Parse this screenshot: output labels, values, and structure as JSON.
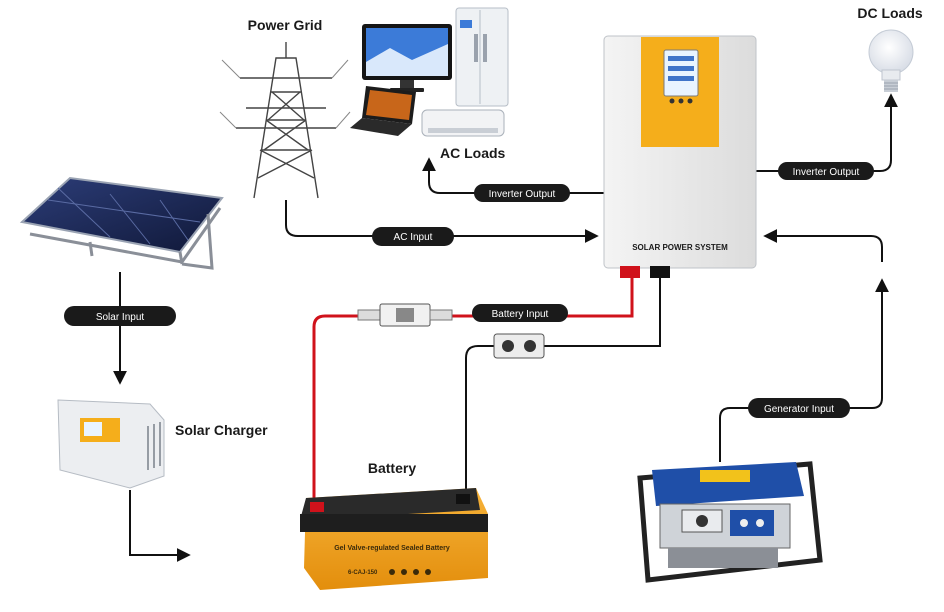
{
  "labels": {
    "power_grid": "Power Grid",
    "ac_loads": "AC Loads",
    "dc_loads": "DC Loads",
    "solar_charger": "Solar Charger",
    "battery": "Battery",
    "inverter_name": "SOLAR POWER SYSTEM"
  },
  "connections": {
    "solar_input": "Solar Input",
    "ac_input": "AC Input",
    "inverter_output_ac": "Inverter Output",
    "inverter_output_dc": "Inverter Output",
    "battery_input": "Battery Input",
    "generator_input": "Generator Input"
  },
  "battery_case": {
    "text": "Gel Valve-regulated Sealed Battery",
    "model": "6-CAJ-150"
  },
  "colors": {
    "wire": "#111111",
    "wire_red": "#d0121b",
    "battery_orange": "#f2a218",
    "inverter_yellow": "#f5ae1b",
    "panel_blue": "#1d2a54",
    "generator_blue": "#1f4fa8"
  },
  "icons": [
    "solar-panel-icon",
    "power-tower-icon",
    "monitor-icon",
    "refrigerator-icon",
    "laptop-icon",
    "air-conditioner-icon",
    "light-bulb-icon",
    "inverter-icon",
    "solar-charger-icon",
    "battery-icon",
    "generator-icon",
    "fuse-icon",
    "breaker-icon"
  ]
}
